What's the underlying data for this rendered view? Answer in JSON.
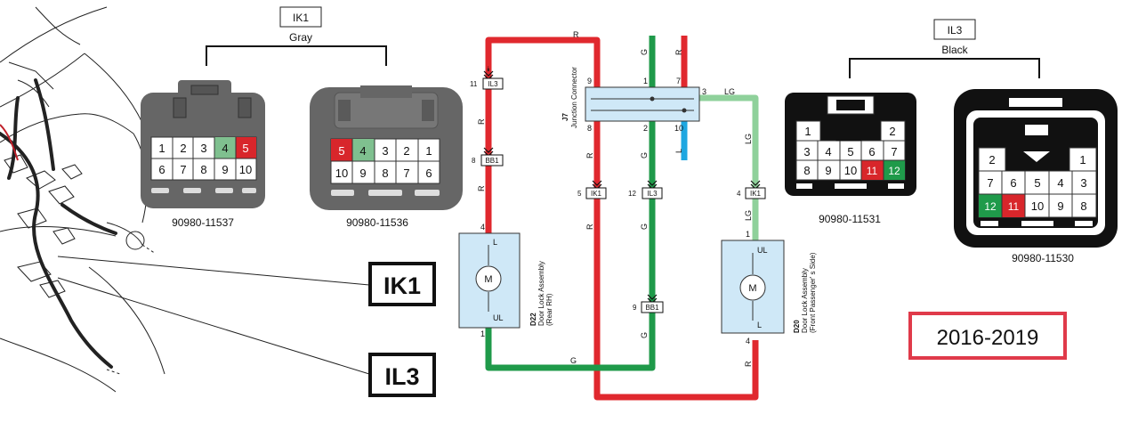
{
  "connectors": {
    "ik1": {
      "name": "IK1",
      "color": "Gray",
      "male": {
        "part": "90980-11537",
        "row1": [
          "1",
          "2",
          "3",
          "4",
          "5"
        ],
        "row2": [
          "6",
          "7",
          "8",
          "9",
          "10"
        ]
      },
      "female": {
        "part": "90980-11536",
        "row1": [
          "5",
          "4",
          "3",
          "2",
          "1"
        ],
        "row2": [
          "10",
          "9",
          "8",
          "7",
          "6"
        ]
      }
    },
    "il3": {
      "name": "IL3",
      "color": "Black",
      "male": {
        "part": "90980-11531",
        "row1": [
          "1",
          "2"
        ],
        "row2": [
          "3",
          "4",
          "5",
          "6",
          "7"
        ],
        "row3": [
          "8",
          "9",
          "10",
          "11",
          "12"
        ]
      },
      "female": {
        "part": "90980-11530",
        "row1": [
          "2",
          "1"
        ],
        "row2": [
          "7",
          "6",
          "5",
          "4",
          "3"
        ],
        "row3": [
          "12",
          "11",
          "10",
          "9",
          "8"
        ]
      }
    }
  },
  "callouts": {
    "ik1": "IK1",
    "il3": "IL3"
  },
  "year_badge": "2016-2019",
  "junction": {
    "id": "J7",
    "name": "Junction Connector",
    "pins": [
      "9",
      "1",
      "7",
      "3",
      "8",
      "2",
      "10"
    ]
  },
  "wire_codes": {
    "red": "R",
    "green": "G",
    "light_green": "LG",
    "blue": "L"
  },
  "inline_connectors": [
    "IL3",
    "BB1",
    "IK1",
    "IL3",
    "BB1",
    "IK1"
  ],
  "inline_pins": [
    "11",
    "8",
    "5",
    "12",
    "9",
    "4"
  ],
  "motors": {
    "rear": {
      "id": "D22",
      "name": "Door Lock Assembly",
      "side": "(Rear RH)",
      "top": "L",
      "bottom": "UL",
      "pin_top": "4",
      "pin_bottom": "1",
      "symbol": "M"
    },
    "front": {
      "id": "D20",
      "name": "Door Lock Assembly",
      "side": "(Front Passenger' s Side)",
      "top": "UL",
      "bottom": "L",
      "pin_top": "1",
      "pin_bottom": "4",
      "symbol": "M"
    }
  },
  "colors": {
    "red": "#e0282e",
    "green": "#1f9a4a",
    "light_green": "#8fd19b",
    "blue": "#1ea7e1",
    "pin_green": "#7fc08f",
    "pin_red": "#d8262b",
    "badge_border": "#e03a4a",
    "motor_fill": "#cfe8f7"
  }
}
